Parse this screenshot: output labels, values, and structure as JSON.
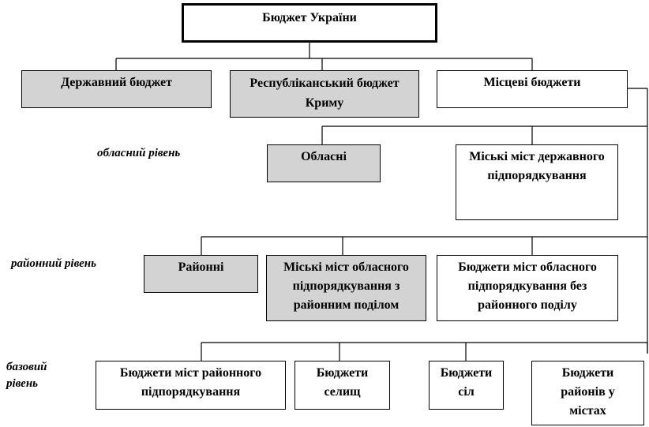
{
  "diagram": {
    "root": "Бюджет України",
    "level1": {
      "state": "Державний бюджет",
      "crimea": "Республіканський бюджет Криму",
      "local": "Місцеві бюджети"
    },
    "oblast_level": {
      "label": "обласний рівень",
      "oblast": "Обласні",
      "city_state": "Міські міст державного підпорядкування"
    },
    "district_level": {
      "label": "районний рівень",
      "district": "Районні",
      "city_with_districts": "Міські міст обласного підпорядкування з районним поділом",
      "city_without_districts": "Бюджети міст обласного підпорядкування без районного поділу"
    },
    "base_level": {
      "label": "базовий рівень",
      "district_cities": "Бюджети міст районного підпорядкування",
      "settlements": "Бюджети селищ",
      "villages": "Бюджети сіл",
      "city_districts": "Бюджети районів у містах"
    }
  }
}
